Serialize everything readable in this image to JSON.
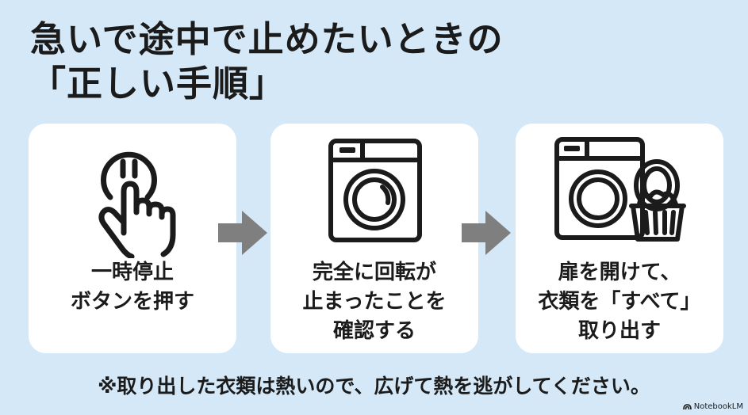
{
  "title": {
    "line1": "急いで途中で止めたいときの",
    "line2": "「正しい手順」"
  },
  "steps": [
    {
      "line1": "一時停止",
      "line2": "ボタンを押す",
      "line3": ""
    },
    {
      "line1": "完全に回転が",
      "line2": "止まったことを",
      "line3": "確認する"
    },
    {
      "line1": "扉を開けて、",
      "line2": "衣類を「すべて」",
      "line3": "取り出す"
    }
  ],
  "icons": [
    "pause-button-press-icon",
    "washing-machine-icon",
    "washing-machine-open-door-basket-icon"
  ],
  "note": "※取り出した衣類は熱いので、広げて熱を逃がしてください。",
  "brand": "NotebookLM",
  "colors": {
    "background": "#d4e8f7",
    "card": "#ffffff",
    "arrow": "#7f7f7f",
    "text": "#1b1b1b"
  }
}
